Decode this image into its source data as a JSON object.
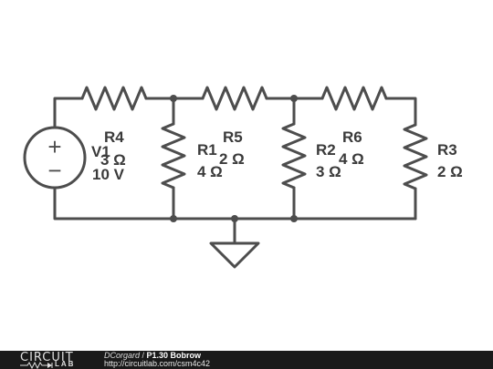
{
  "components": {
    "V1": {
      "name": "V1",
      "value": "10 V"
    },
    "R1": {
      "name": "R1",
      "value": "4 Ω"
    },
    "R2": {
      "name": "R2",
      "value": "3 Ω"
    },
    "R3": {
      "name": "R3",
      "value": "2 Ω"
    },
    "R4": {
      "name": "R4",
      "value": "3 Ω"
    },
    "R5": {
      "name": "R5",
      "value": "2 Ω"
    },
    "R6": {
      "name": "R6",
      "value": "4 Ω"
    }
  },
  "source_symbols": {
    "plus": "+",
    "minus": "−"
  },
  "footer": {
    "logo_top": "CIRCUIT",
    "logo_bottom": "LAB",
    "author": "DCorgard",
    "separator": " / ",
    "title": "P1.30 Bobrow",
    "url": "http://circuitlab.com/csm4c42"
  },
  "colors": {
    "wire": "#4d4d4d",
    "footer_bg": "#1a1a1a"
  }
}
